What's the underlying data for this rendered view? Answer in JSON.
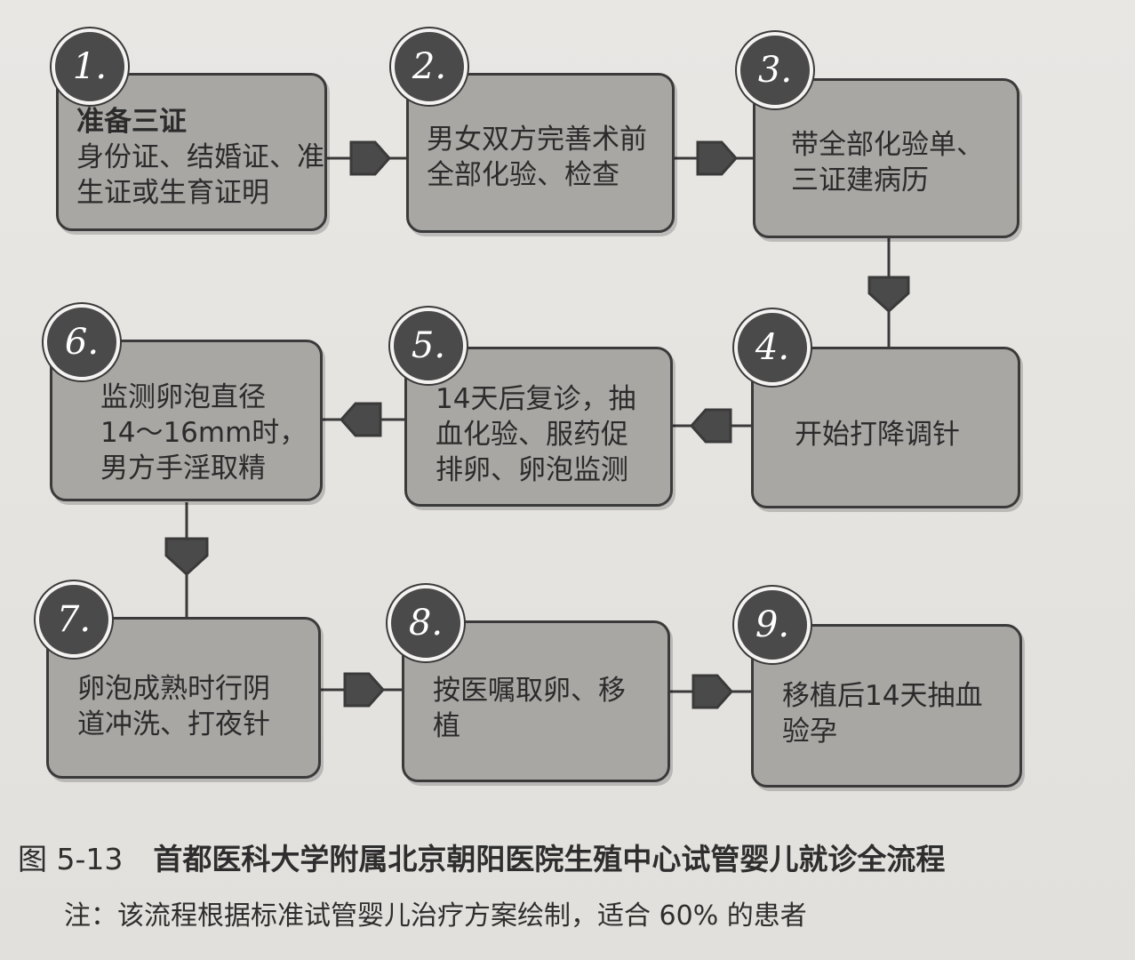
{
  "steps": [
    {
      "number": "1.",
      "lines": [
        "准备三证",
        "身份证、结婚证、准",
        "生证或生育证明"
      ]
    },
    {
      "number": "2.",
      "lines": [
        "男女双方完善术前",
        "全部化验、检查"
      ]
    },
    {
      "number": "3.",
      "lines": [
        "带全部化验单、",
        "三证建病历"
      ]
    },
    {
      "number": "4.",
      "lines": [
        "开始打降调针"
      ]
    },
    {
      "number": "5.",
      "lines": [
        "14天后复诊，抽",
        "血化验、服药促",
        "排卵、卵泡监测"
      ]
    },
    {
      "number": "6.",
      "lines": [
        "监测卵泡直径",
        "14～16mm时，",
        "男方手淫取精"
      ]
    },
    {
      "number": "7.",
      "lines": [
        "卵泡成熟时行阴",
        "道冲洗、打夜针"
      ]
    },
    {
      "number": "8.",
      "lines": [
        "按医嘱取卵、移",
        "植"
      ]
    },
    {
      "number": "9.",
      "lines": [
        "移植后14天抽血",
        "验孕"
      ]
    }
  ],
  "caption": {
    "figure_number": "图 5-13",
    "title": "首都医科大学附属北京朝阳医院生殖中心试管婴儿就诊全流程"
  },
  "note": "注：该流程根据标准试管婴儿治疗方案绘制，适合 60% 的患者",
  "colors": {
    "box_fill": "#a9a7a4",
    "box_border": "#3a3a3a",
    "badge_fill": "#4a4a4a",
    "arrow": "#4a4a4a",
    "background": "#e6e4e1"
  }
}
